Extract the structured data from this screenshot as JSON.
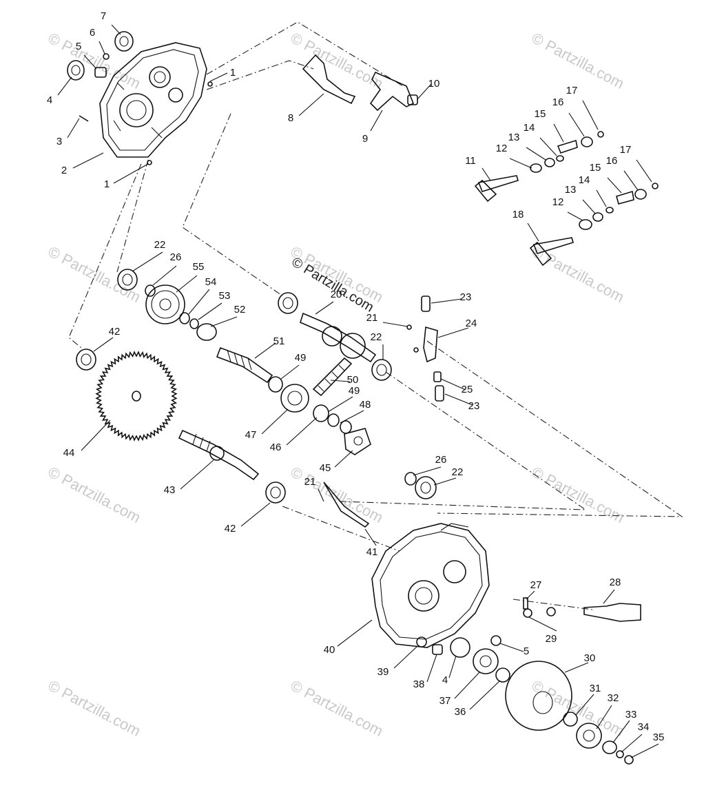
{
  "watermark": {
    "text": "© Partzilla.com",
    "center_text": "© Partzilla.com"
  },
  "callouts": [
    {
      "id": "c1a",
      "label": "1"
    },
    {
      "id": "c1b",
      "label": "1"
    },
    {
      "id": "c2",
      "label": "2"
    },
    {
      "id": "c3",
      "label": "3"
    },
    {
      "id": "c4a",
      "label": "4"
    },
    {
      "id": "c4b",
      "label": "4"
    },
    {
      "id": "c5a",
      "label": "5"
    },
    {
      "id": "c5b",
      "label": "5"
    },
    {
      "id": "c6",
      "label": "6"
    },
    {
      "id": "c7",
      "label": "7"
    },
    {
      "id": "c8",
      "label": "8"
    },
    {
      "id": "c9",
      "label": "9"
    },
    {
      "id": "c10",
      "label": "10"
    },
    {
      "id": "c11",
      "label": "11"
    },
    {
      "id": "c12a",
      "label": "12"
    },
    {
      "id": "c12b",
      "label": "12"
    },
    {
      "id": "c13a",
      "label": "13"
    },
    {
      "id": "c13b",
      "label": "13"
    },
    {
      "id": "c14a",
      "label": "14"
    },
    {
      "id": "c14b",
      "label": "14"
    },
    {
      "id": "c15a",
      "label": "15"
    },
    {
      "id": "c15b",
      "label": "15"
    },
    {
      "id": "c16a",
      "label": "16"
    },
    {
      "id": "c16b",
      "label": "16"
    },
    {
      "id": "c17a",
      "label": "17"
    },
    {
      "id": "c17b",
      "label": "17"
    },
    {
      "id": "c18",
      "label": "18"
    },
    {
      "id": "c20",
      "label": "20"
    },
    {
      "id": "c21a",
      "label": "21"
    },
    {
      "id": "c21b",
      "label": "21"
    },
    {
      "id": "c22a",
      "label": "22"
    },
    {
      "id": "c22b",
      "label": "22"
    },
    {
      "id": "c22c",
      "label": "22"
    },
    {
      "id": "c23a",
      "label": "23"
    },
    {
      "id": "c23b",
      "label": "23"
    },
    {
      "id": "c24",
      "label": "24"
    },
    {
      "id": "c25",
      "label": "25"
    },
    {
      "id": "c26a",
      "label": "26"
    },
    {
      "id": "c26b",
      "label": "26"
    },
    {
      "id": "c27",
      "label": "27"
    },
    {
      "id": "c28",
      "label": "28"
    },
    {
      "id": "c29",
      "label": "29"
    },
    {
      "id": "c30",
      "label": "30"
    },
    {
      "id": "c31",
      "label": "31"
    },
    {
      "id": "c32",
      "label": "32"
    },
    {
      "id": "c33",
      "label": "33"
    },
    {
      "id": "c34",
      "label": "34"
    },
    {
      "id": "c35",
      "label": "35"
    },
    {
      "id": "c36",
      "label": "36"
    },
    {
      "id": "c37",
      "label": "37"
    },
    {
      "id": "c38",
      "label": "38"
    },
    {
      "id": "c39",
      "label": "39"
    },
    {
      "id": "c40",
      "label": "40"
    },
    {
      "id": "c41",
      "label": "41"
    },
    {
      "id": "c42a",
      "label": "42"
    },
    {
      "id": "c42b",
      "label": "42"
    },
    {
      "id": "c43",
      "label": "43"
    },
    {
      "id": "c44",
      "label": "44"
    },
    {
      "id": "c45",
      "label": "45"
    },
    {
      "id": "c46",
      "label": "46"
    },
    {
      "id": "c47",
      "label": "47"
    },
    {
      "id": "c48",
      "label": "48"
    },
    {
      "id": "c49a",
      "label": "49"
    },
    {
      "id": "c49b",
      "label": "49"
    },
    {
      "id": "c50",
      "label": "50"
    },
    {
      "id": "c51",
      "label": "51"
    },
    {
      "id": "c52",
      "label": "52"
    },
    {
      "id": "c53",
      "label": "53"
    },
    {
      "id": "c54",
      "label": "54"
    },
    {
      "id": "c55",
      "label": "55"
    }
  ]
}
